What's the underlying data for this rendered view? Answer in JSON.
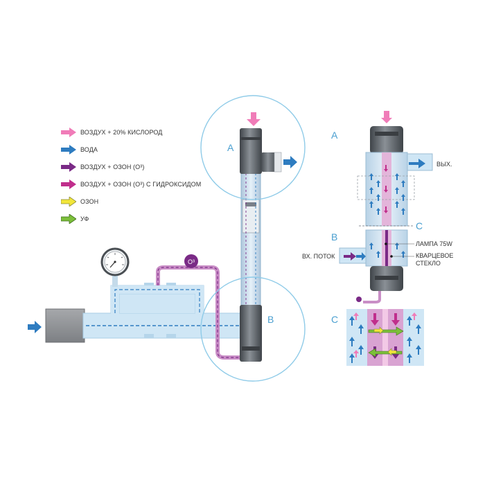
{
  "legend": [
    {
      "label": "ВОЗДУХ + 20% КИСЛОРОД",
      "color": "#f07cb8",
      "icon": "pink-arrow-icon"
    },
    {
      "label": "ВОДА",
      "color": "#2e7cc0",
      "icon": "blue-arrow-icon"
    },
    {
      "label": "ВОЗДУХ + ОЗОН (О³)",
      "color": "#7a2a86",
      "icon": "purple-arrow-icon"
    },
    {
      "label": "ВОЗДУХ + ОЗОН (О³) С ГИДРОКСИДОМ",
      "color": "#c02e8c",
      "icon": "magenta-arrow-icon"
    },
    {
      "label": "ОЗОН",
      "color": "#f2e63a",
      "icon": "yellow-arrow-icon"
    },
    {
      "label": "УФ",
      "color": "#7cbf3a",
      "icon": "green-arrow-icon"
    }
  ],
  "diagram": {
    "circle_a_label": "A",
    "circle_b_label": "B",
    "ozone_badge": "О³"
  },
  "detail": {
    "a_label": "A",
    "b_label": "B",
    "c_label": "C",
    "c_divider_label": "C",
    "outlet_label": "ВЫХ.",
    "inlet_label": "ВХ. ПОТОК",
    "lamp_label": "ЛАМПА 75W",
    "quartz_label_1": "КВАРЦЕВОЕ",
    "quartz_label_2": "СТЕКЛО"
  },
  "colors": {
    "water": "#cfe6f5",
    "water_line": "#2e7cc0",
    "circle_stroke": "#8fcbe8",
    "label_blue": "#4a9fd0",
    "device_dark": "#555a60",
    "device_mid": "#7d838a"
  }
}
